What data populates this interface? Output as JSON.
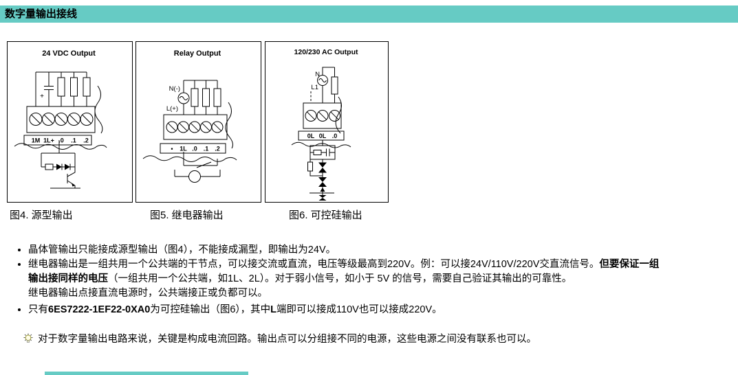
{
  "page": {
    "accent_color": "#66cbc4",
    "background": "#ffffff"
  },
  "header": {
    "title": "数字量输出接线"
  },
  "figures": [
    {
      "title": "24 VDC Output",
      "caption": "图4. 源型输出",
      "plus_label": "+",
      "terminals": [
        "1M",
        "1L+",
        ".0",
        ".1",
        ".2"
      ]
    },
    {
      "title": "Relay Output",
      "caption": "图5. 继电器输出",
      "labels": {
        "top": "N(-)",
        "bottom": "L(+)"
      },
      "terminals": [
        "▪",
        "1L",
        ".0",
        ".1",
        ".2"
      ]
    },
    {
      "title": "120/230 AC Output",
      "caption": "图6. 可控硅输出",
      "labels": {
        "top": "N",
        "bottom": "L1"
      },
      "terminals": [
        "0L",
        "0L",
        ".0"
      ]
    }
  ],
  "bullets": [
    {
      "runs": [
        {
          "t": "晶体管输出只能接成源型输出（图4），不能接成漏型，即输出为24V。"
        }
      ]
    },
    {
      "runs": [
        {
          "t": "继电器输出是一组共用一个公共端的干节点，可以接交流或直流，电压等级最高到220V。例：可以接24V/110V/220V交直流信号。"
        },
        {
          "t": "但要保证一组",
          "b": true
        },
        {
          "t": "输出接同样的电压",
          "b": true,
          "br": true
        },
        {
          "t": "（一组共用一个公共端，如1L、2L）。对于弱小信号，如小于 5V 的信号，需要自己验证其输出的可靠性。"
        },
        {
          "t": "继电器输出点接直流电源时，公共端接正或负都可以。",
          "br": true
        }
      ]
    },
    {
      "runs": [
        {
          "t": "只有"
        },
        {
          "t": "6ES7222-1EF22-0XA0",
          "b": true
        },
        {
          "t": "为可控硅输出（图6），其中"
        },
        {
          "t": "L",
          "b": true
        },
        {
          "t": "端即可以接成110V也可以接成220V。"
        }
      ]
    }
  ],
  "tip": {
    "icon": "lightbulb",
    "text": "对于数字量输出电路来说，关键是构成电流回路。输出点可以分组接不同的电源，这些电源之间没有联系也可以。"
  }
}
